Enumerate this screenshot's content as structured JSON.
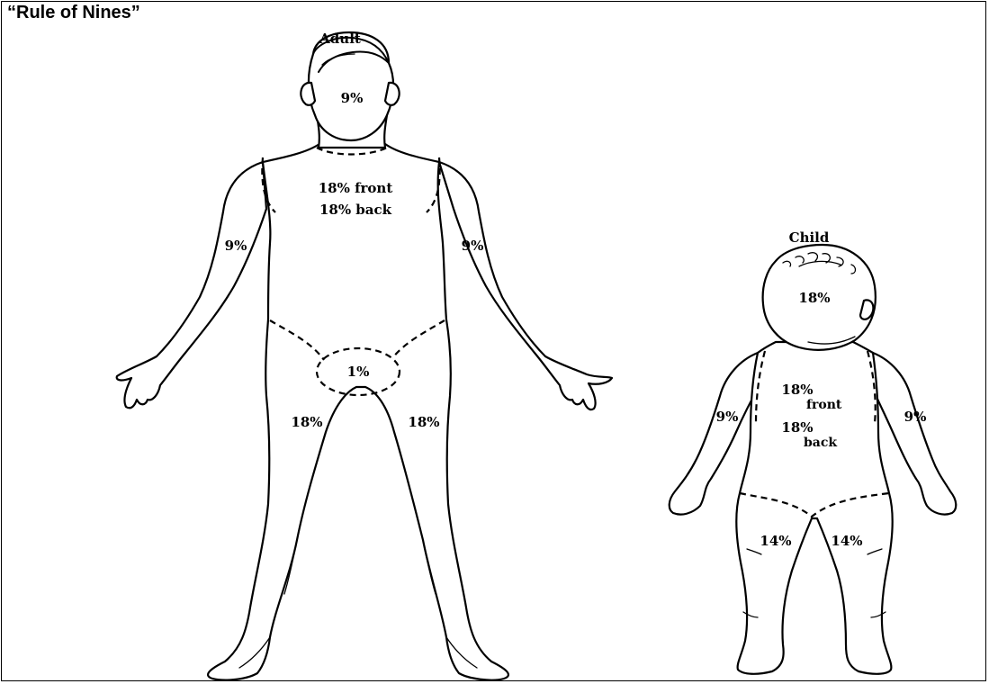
{
  "title": "“Rule of Nines”",
  "adult": {
    "caption": "Adult",
    "head": "9%",
    "trunk_front": "18% front",
    "trunk_back": "18% back",
    "arm_right": "9%",
    "arm_left": "9%",
    "groin": "1%",
    "leg_right": "18%",
    "leg_left": "18%"
  },
  "child": {
    "caption": "Child",
    "head": "18%",
    "trunk_front_value": "18%",
    "trunk_front_word": "front",
    "trunk_back_value": "18%",
    "trunk_back_word": "back",
    "arm_right": "9%",
    "arm_left": "9%",
    "leg_right": "14%",
    "leg_left": "14%"
  }
}
